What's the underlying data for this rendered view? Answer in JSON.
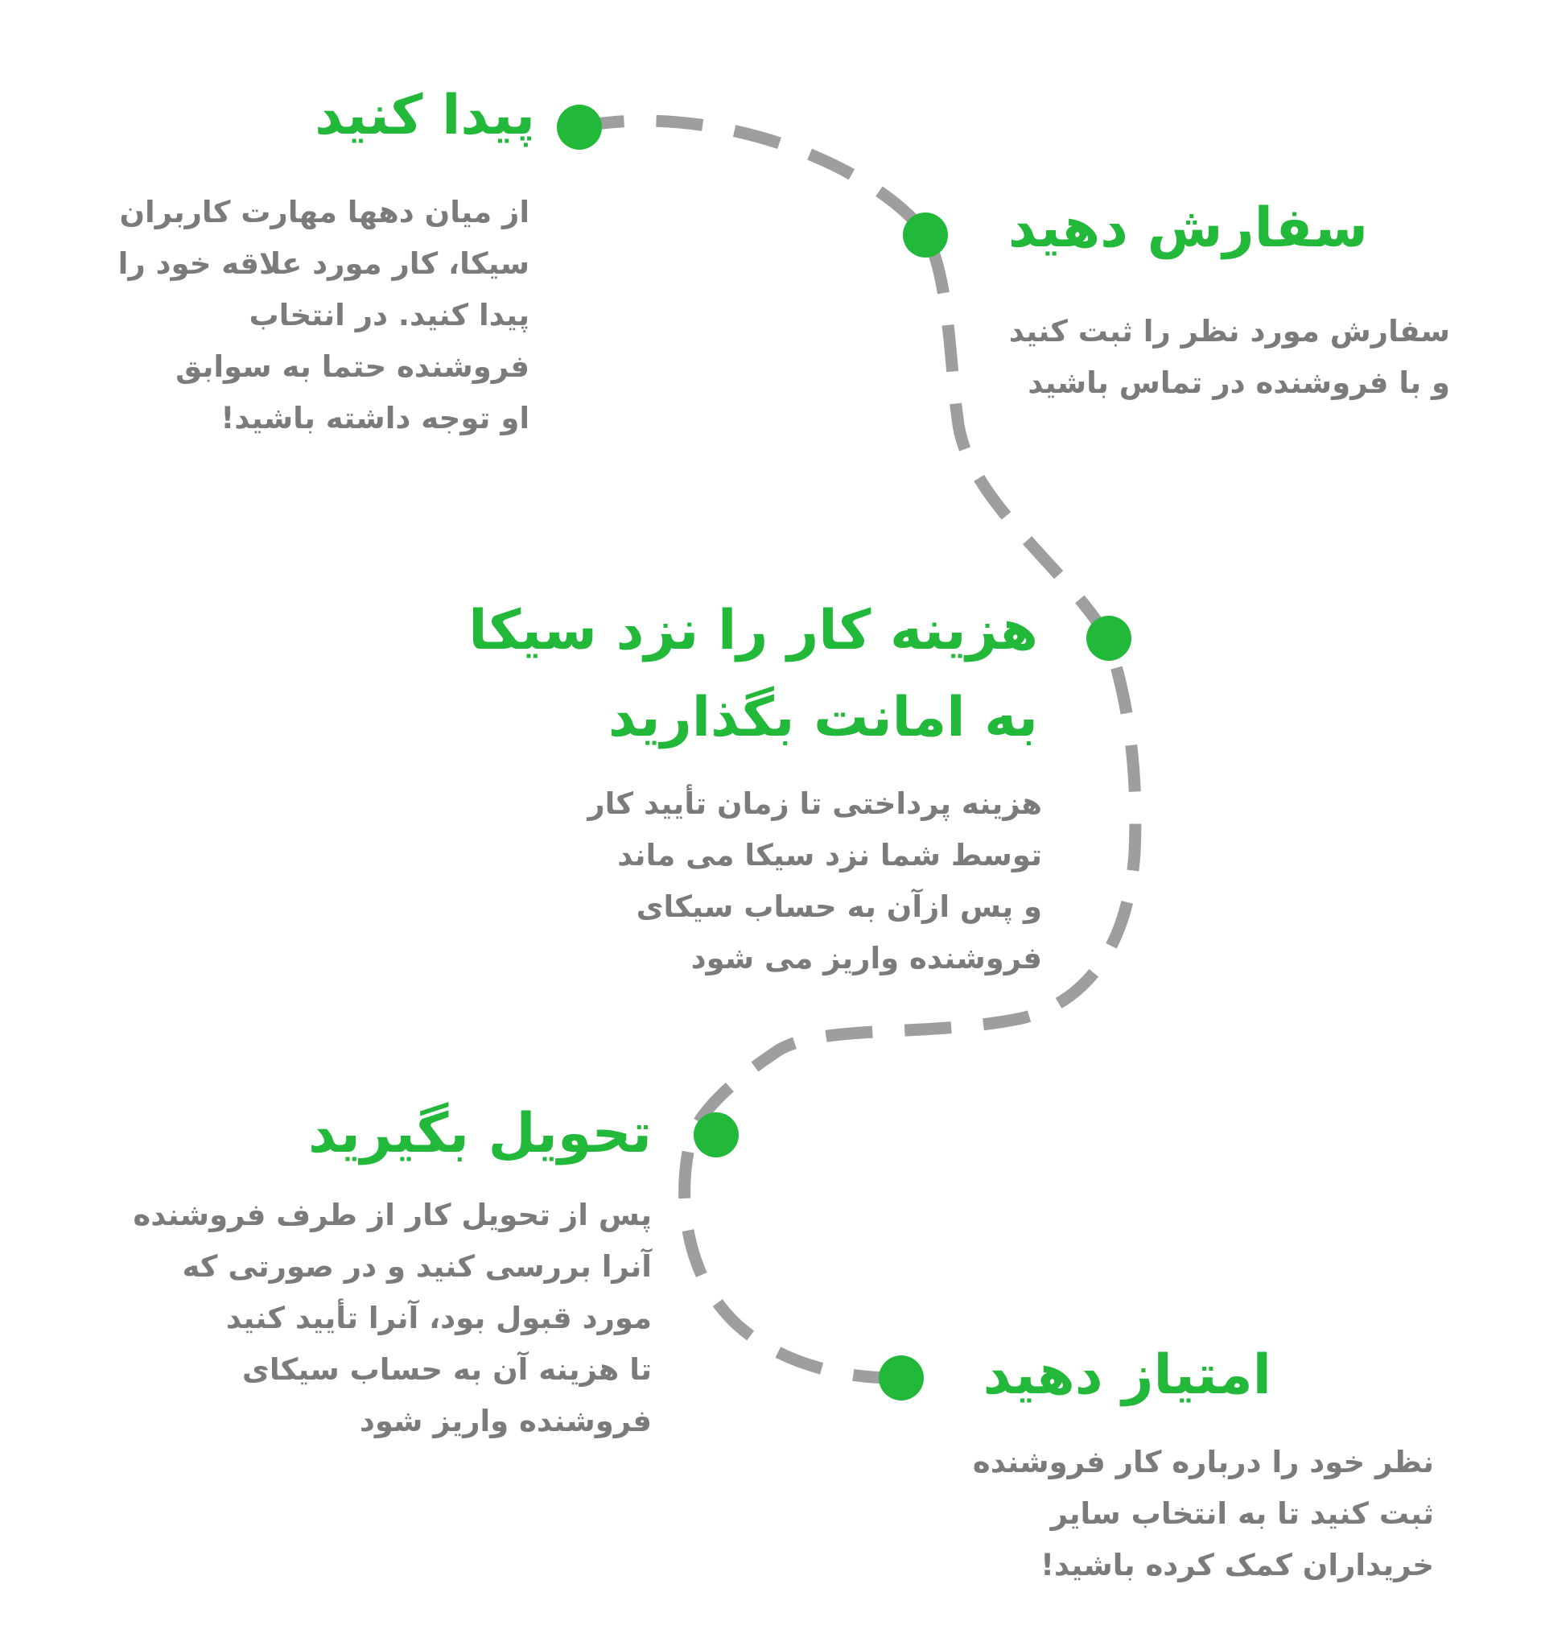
{
  "colors": {
    "accent": "#22b83a",
    "path": "#9e9e9e",
    "text": "#7b7b7b"
  },
  "steps": [
    {
      "title": [
        "پیدا کنید"
      ],
      "description": [
        "از میان دهها مهارت کاربران",
        "سیکا، کار مورد علاقه خود را",
        "پیدا کنید. در انتخاب",
        "فروشنده حتما به سوابق",
        "او توجه داشته باشید!"
      ]
    },
    {
      "title": [
        "سفارش دهید"
      ],
      "description": [
        "سفارش مورد نظر را ثبت کنید",
        "و با فروشنده در تماس باشید"
      ]
    },
    {
      "title": [
        "هزینه کار را نزد سیکا",
        "به امانت بگذارید"
      ],
      "description": [
        "هزینه پرداختی تا زمان تأیید کار",
        "توسط شما نزد سیکا می ماند",
        "و پس ازآن به حساب سیکای",
        "فروشنده واریز می شود"
      ]
    },
    {
      "title": [
        "تحویل بگیرید"
      ],
      "description": [
        "پس از تحویل کار از طرف فروشنده",
        "آنرا بررسی کنید و در صورتی که",
        "مورد قبول بود، آنرا تأیید کنید",
        "تا هزینه آن به حساب سیکای",
        "فروشنده واریز شود"
      ]
    },
    {
      "title": [
        "امتیاز دهید"
      ],
      "description": [
        "نظر خود را درباره کار فروشنده",
        "ثبت کنید تا به انتخاب سایر",
        "خریداران کمک کرده باشید!"
      ]
    }
  ]
}
